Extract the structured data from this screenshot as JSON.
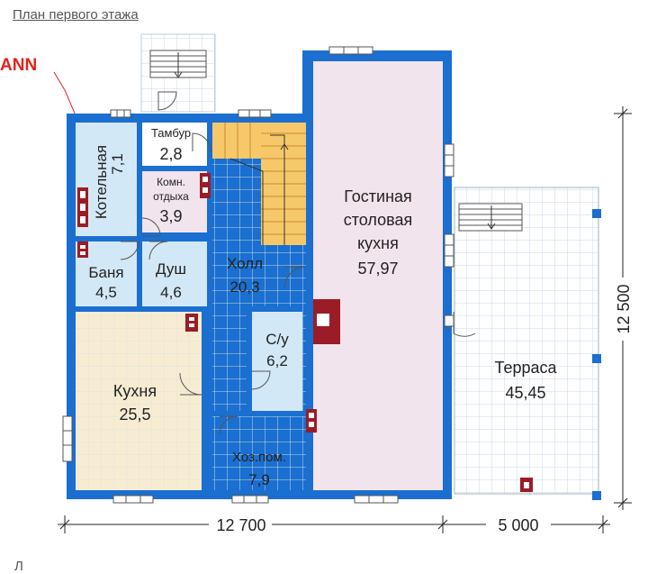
{
  "title": "План первого этажа",
  "brand": "ANN",
  "bottom_text": "Л",
  "rooms": {
    "boiler": {
      "name": "Котельная",
      "area": "7,1"
    },
    "vestibule": {
      "name": "Тамбур",
      "area": "2,8"
    },
    "rest": {
      "name_line1": "Комн.",
      "name_line2": "отдыха",
      "area": "3,9"
    },
    "bath": {
      "name": "Баня",
      "area": "4,5"
    },
    "shower": {
      "name": "Душ",
      "area": "4,6"
    },
    "hall": {
      "name": "Холл",
      "area": "20,3"
    },
    "wc": {
      "name": "С/у",
      "area": "6,2"
    },
    "kitchen": {
      "name": "Кухня",
      "area": "25,5"
    },
    "utility": {
      "name": "Хоз.пом.",
      "area": "7,9"
    },
    "living": {
      "name_line1": "Гостиная",
      "name_line2": "столовая",
      "name_line3": "кухня",
      "area": "57,97"
    },
    "terrace": {
      "name": "Терраса",
      "area": "45,45"
    }
  },
  "dimensions": {
    "width_main": "12 700",
    "width_terrace": "5 000",
    "height": "12 500"
  },
  "colors": {
    "wall": "#1a6fd0",
    "tile": "#d3e8f6",
    "kitchen_floor": "#f7ecd2",
    "living_floor": "#f2e4ec",
    "stair": "#f6c86a",
    "grid": "#c8d8e6",
    "stove": "#9b1c26"
  }
}
